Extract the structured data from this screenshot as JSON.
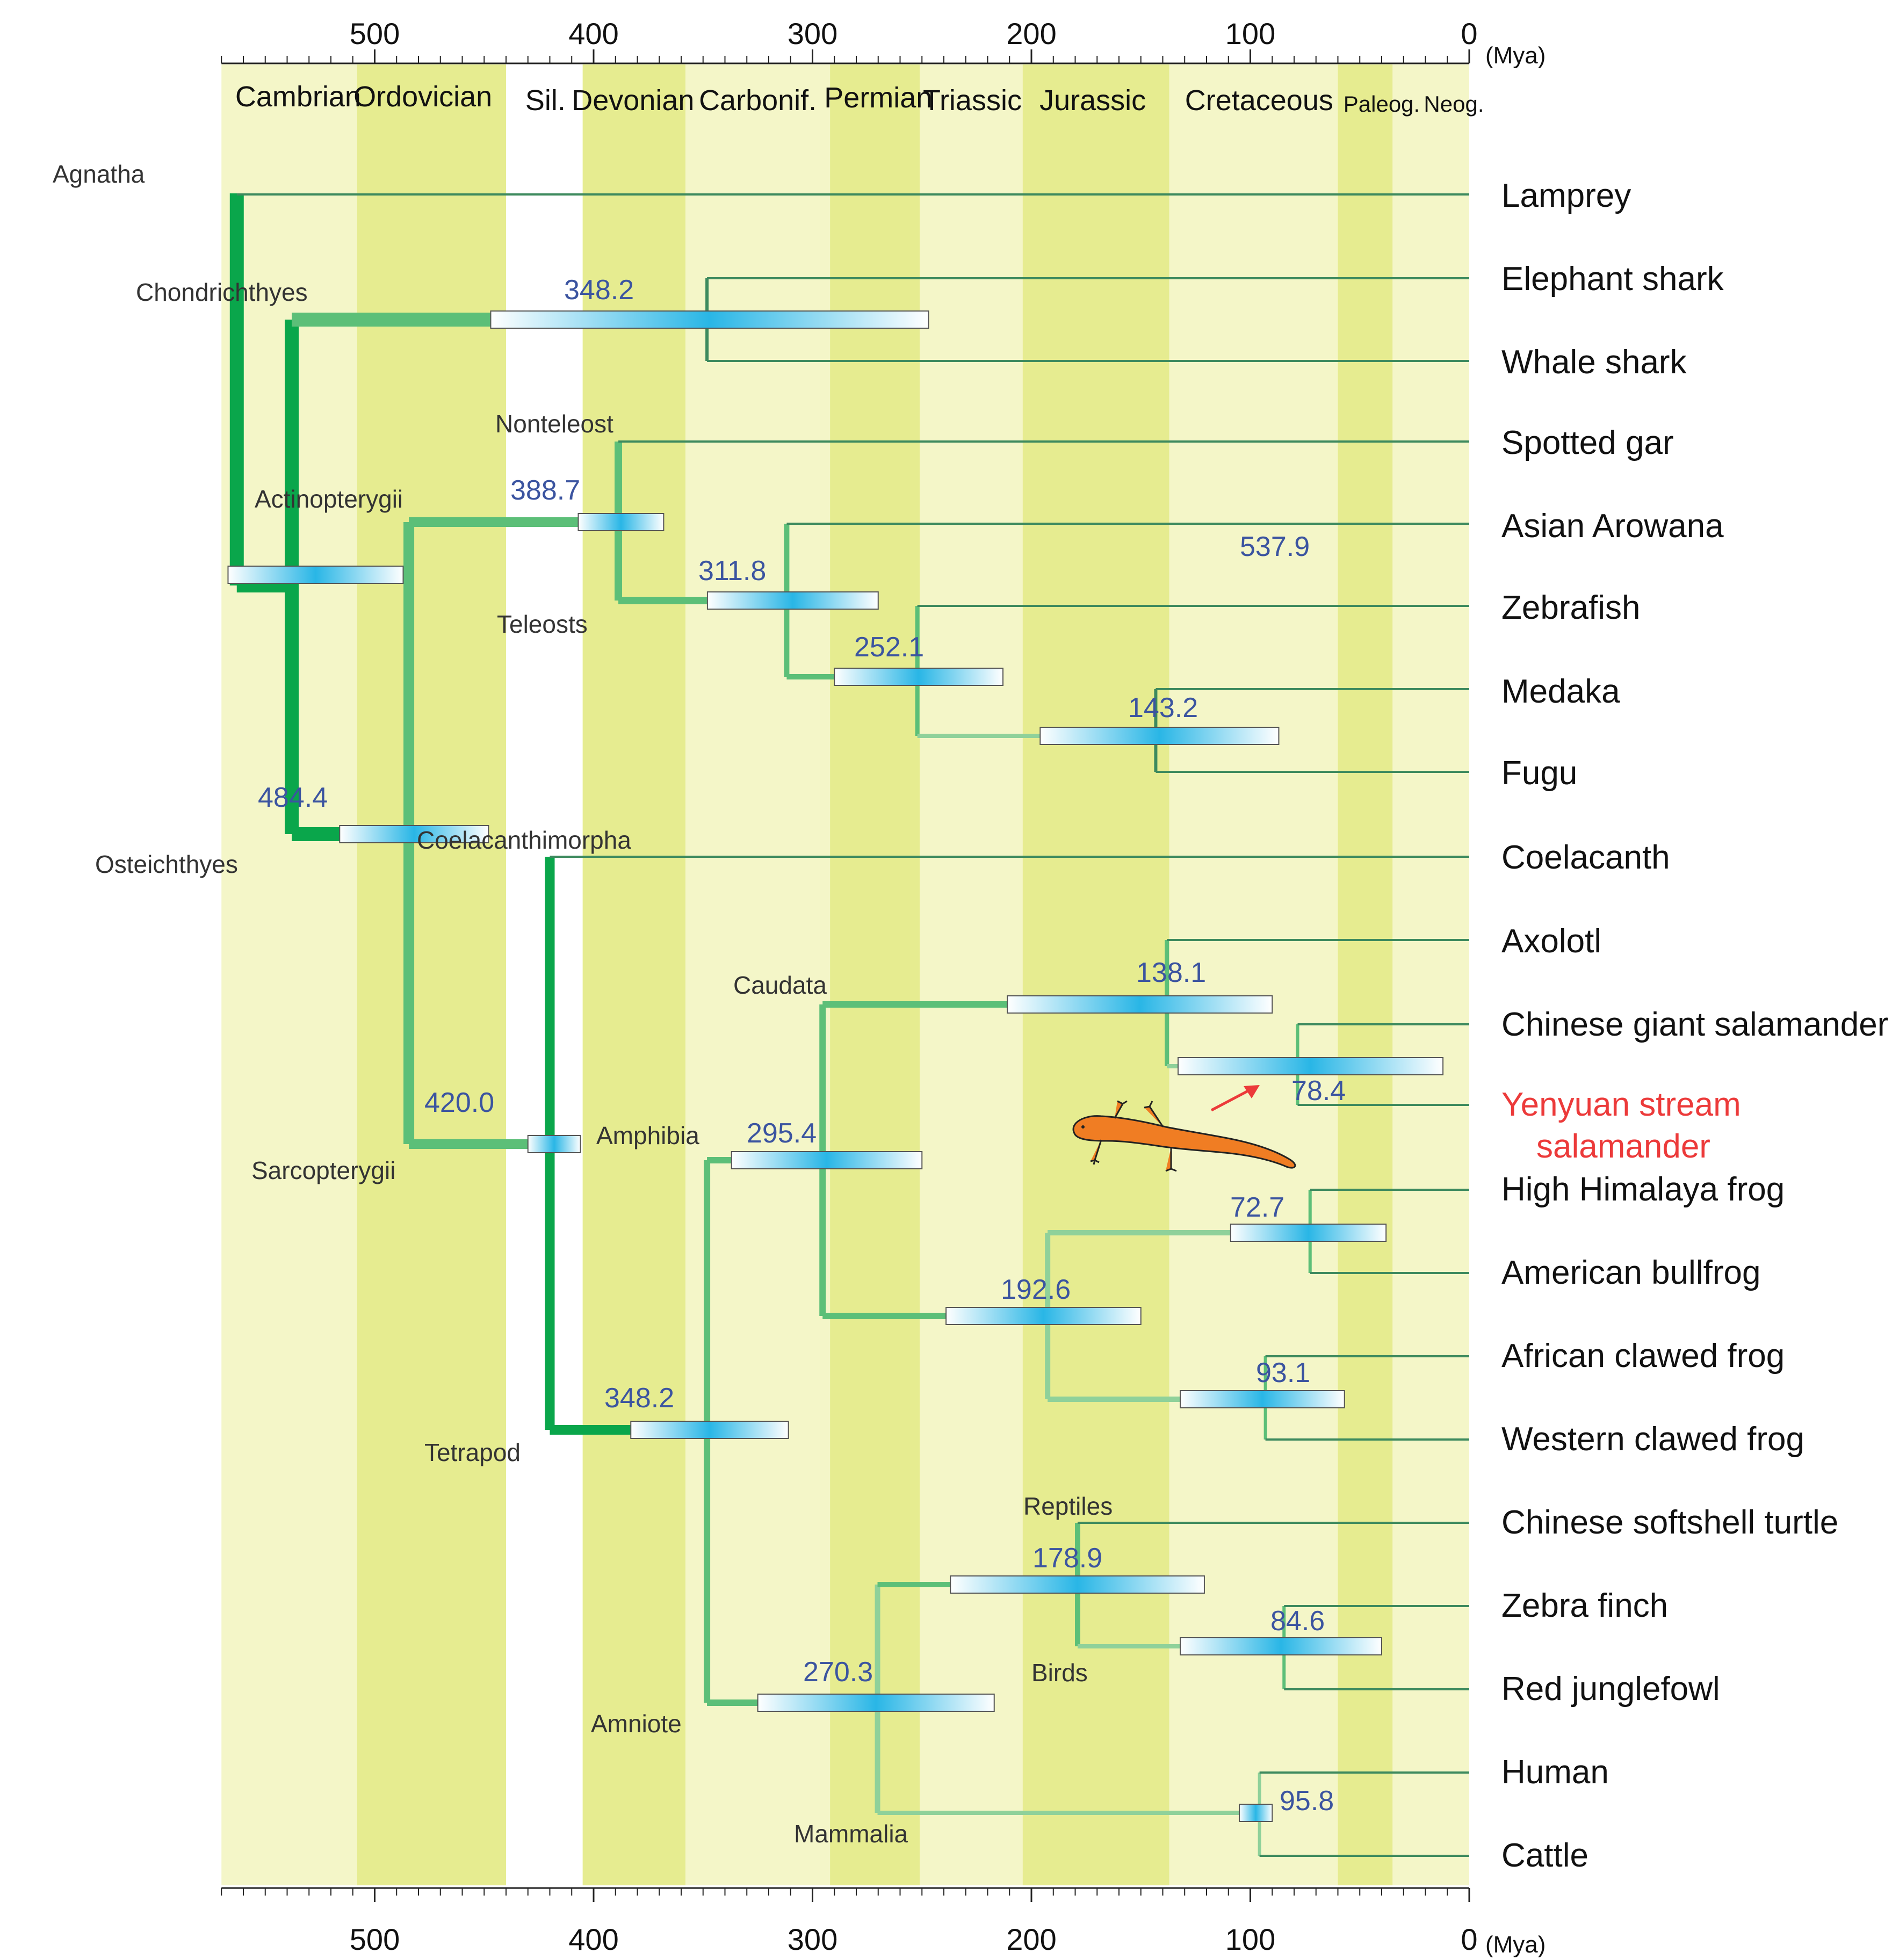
{
  "axis": {
    "unit": "(Mya)",
    "ticks": [
      500,
      400,
      300,
      200,
      100,
      0
    ],
    "range_mya": [
      570,
      0
    ]
  },
  "periods": [
    {
      "name": "Cambrian",
      "start": 570,
      "end": 508
    },
    {
      "name": "Ordovician",
      "start": 508,
      "end": 440
    },
    {
      "name": "Sil.",
      "start": 440,
      "end": 405
    },
    {
      "name": "Devonian",
      "start": 405,
      "end": 358
    },
    {
      "name": "Carbonif.",
      "start": 358,
      "end": 292
    },
    {
      "name": "Permian",
      "start": 292,
      "end": 251
    },
    {
      "name": "Triassic",
      "start": 251,
      "end": 204
    },
    {
      "name": "Jurassic",
      "start": 204,
      "end": 137
    },
    {
      "name": "Cretaceous",
      "start": 137,
      "end": 60
    },
    {
      "name": "Paleog.",
      "start": 60,
      "end": 35
    },
    {
      "name": "Neog.",
      "start": 35,
      "end": 0
    }
  ],
  "taxa": [
    "Lamprey",
    "Elephant shark",
    "Whale shark",
    "Spotted gar",
    "Asian Arowana",
    "Zebrafish",
    "Medaka",
    "Fugu",
    "Coelacanth",
    "Axolotl",
    "Chinese giant salamander",
    "Yenyuan stream salamander",
    "High Himalaya frog",
    "American bullfrog",
    "African clawed frog",
    "Western clawed frog",
    "Chinese softshell turtle",
    "Zebra finch",
    "Red junglefowl",
    "Human",
    "Cattle"
  ],
  "highlight": {
    "line1": "Yenyuan stream",
    "line2": "salamander",
    "color": "#ec3a3a"
  },
  "clades": [
    "Agnatha",
    "Chondrichthyes",
    "Osteichthyes",
    "Actinopterygii",
    "Nonteleost",
    "Teleosts",
    "Coelacanthimorpha",
    "Sarcopterygii",
    "Tetrapod",
    "Caudata",
    "Amphibia",
    "Amniote",
    "Reptiles",
    "Birds",
    "Mammalia"
  ],
  "divergence_ages": [
    "537.9",
    "348.2",
    "484.4",
    "388.7",
    "311.8",
    "252.1",
    "143.2",
    "420.0",
    "348.2",
    "295.4",
    "138.1",
    "78.4",
    "72.7",
    "192.6",
    "93.1",
    "270.3",
    "178.9",
    "84.6",
    "95.8"
  ],
  "colors": {
    "period_light": "#f4f6c8",
    "period_dark": "#e6ec90",
    "branch_dark": "#0aa64b",
    "branch_mid": "#5cbf78",
    "branch_light": "#8fd19a",
    "leaf_line": "#3d8a5e",
    "ci_bar": "#29b6e6",
    "age_text": "#3b54a0",
    "salamander": "#f07d23"
  },
  "icons": {
    "salamander": "salamander-icon",
    "arrow": "red-arrow-icon"
  }
}
